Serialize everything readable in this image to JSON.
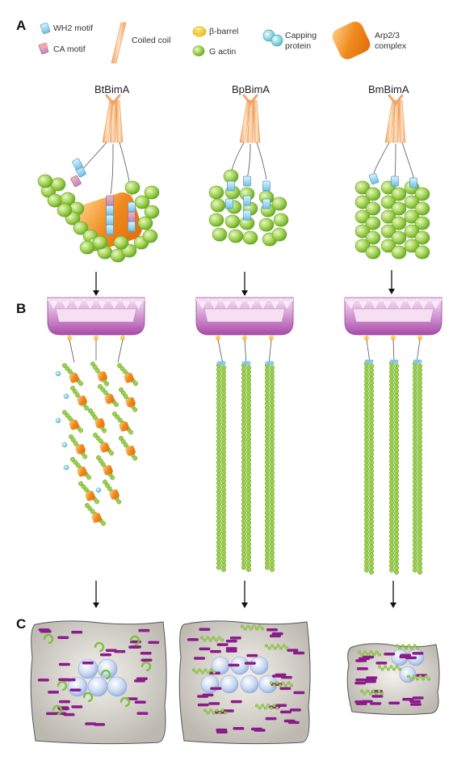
{
  "panels": {
    "a": "A",
    "b": "B",
    "c": "C"
  },
  "legend": {
    "wh2": "WH2 motif",
    "ca": "CA motif",
    "coiled": "Coiled coil",
    "beta": "β-barrel",
    "gactin": "G actin",
    "capping": [
      "Capping",
      "protein"
    ],
    "arp": [
      "Arp2/3",
      "complex"
    ]
  },
  "columns": [
    "BtBimA",
    "BpBimA",
    "BmBimA"
  ],
  "colors": {
    "actin": "#8dc63f",
    "actin_dark": "#4e8a1e",
    "wh2": "#8fd0ec",
    "ca": "#c79bc3",
    "ca_pink": "#f2a9a6",
    "coil": "#f5b47a",
    "arp": "#f08a1e",
    "capping": "#7fd1dc",
    "beta": "#ffe23a",
    "membrane": "#b267b5",
    "membrane_light": "#f7dff3",
    "cell": "#d9d6cf",
    "nucleus": "#b9cdef",
    "filament_mark": "#8b1a8b"
  }
}
